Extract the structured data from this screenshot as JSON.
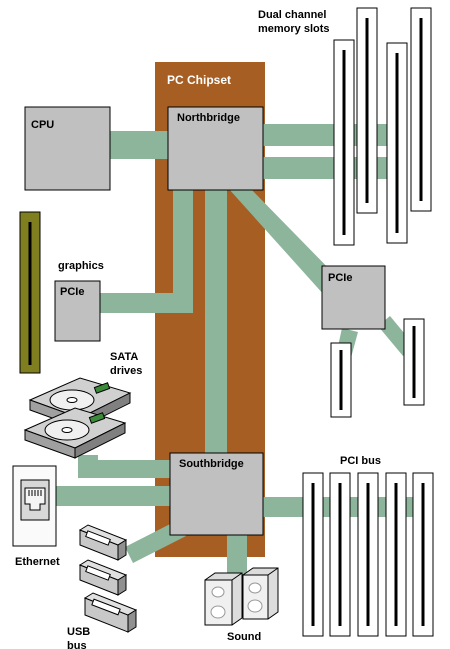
{
  "labels": {
    "memory_line1": "Dual channel",
    "memory_line2": "memory slots",
    "chipset": "PC Chipset",
    "cpu": "CPU",
    "northbridge": "Northbridge",
    "graphics": "graphics",
    "pcie_left": "PCIe",
    "pcie_right": "PCIe",
    "sata_line1": "SATA",
    "sata_line2": "drives",
    "southbridge": "Southbridge",
    "pci_bus": "PCI bus",
    "ethernet": "Ethernet",
    "usb_line1": "USB",
    "usb_line2": "bus",
    "sound": "Sound"
  },
  "colors": {
    "chipset_fill": "#a65e22",
    "bus": "#8db59b",
    "chip_fill": "#c0c0c0",
    "graphics_card": "#7f7f1f",
    "slot_border": "#000000"
  }
}
